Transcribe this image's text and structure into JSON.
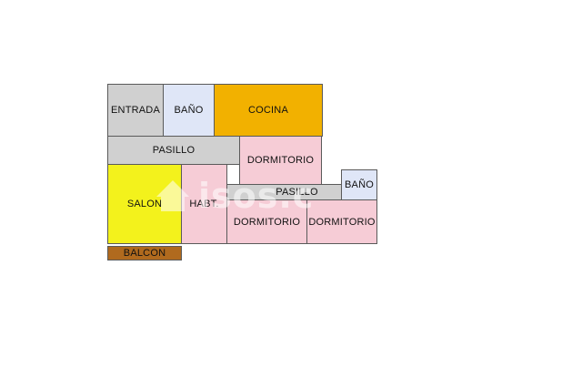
{
  "rooms": {
    "entrada": "ENTRADA",
    "bano1": "BAÑO",
    "cocina": "COCINA",
    "pasillo1": "PASILLO",
    "dormitorio1": "DORMITORIO",
    "pasillo2": "PASILLO",
    "bano2": "BAÑO",
    "salon": "SALON",
    "habt": "HABT.",
    "dormitorio2": "DORMITORIO",
    "dormitorio3": "DORMITORIO",
    "balcon": "BALCON"
  },
  "watermark": "pisos.com",
  "colors": {
    "gray": "#d0d0d0",
    "blue": "#dfe6f7",
    "kitchen": "#f2b100",
    "bedroom": "#f6ccd6",
    "living": "#f3f21c",
    "balcony": "#b06a1e"
  }
}
